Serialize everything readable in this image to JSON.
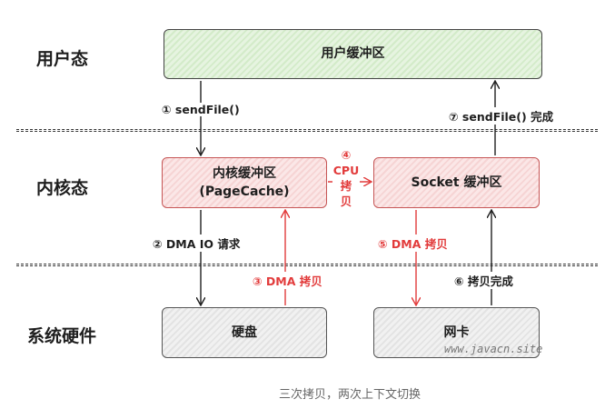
{
  "layers": {
    "user": "用户态",
    "kernel": "内核态",
    "hardware": "系统硬件"
  },
  "boxes": {
    "user_buffer": "用户缓冲区",
    "kernel_buffer_line1": "内核缓冲区",
    "kernel_buffer_line2": "(PageCache)",
    "socket_buffer": "Socket 缓冲区",
    "disk": "硬盘",
    "nic": "网卡"
  },
  "steps": {
    "s1": "① sendFile()",
    "s2": "② DMA IO 请求",
    "s3": "③ DMA 拷贝",
    "s4_num": "④",
    "s4_line1": "CPU",
    "s4_line2": "拷",
    "s4_line3": "贝",
    "s5": "⑤ DMA 拷贝",
    "s6": "⑥ 拷贝完成",
    "s7": "⑦ sendFile() 完成"
  },
  "watermark": "www.javacn.site",
  "caption": "三次拷贝，两次上下文切换",
  "colors": {
    "red": "#e23b3b",
    "black": "#1e1e1e"
  }
}
